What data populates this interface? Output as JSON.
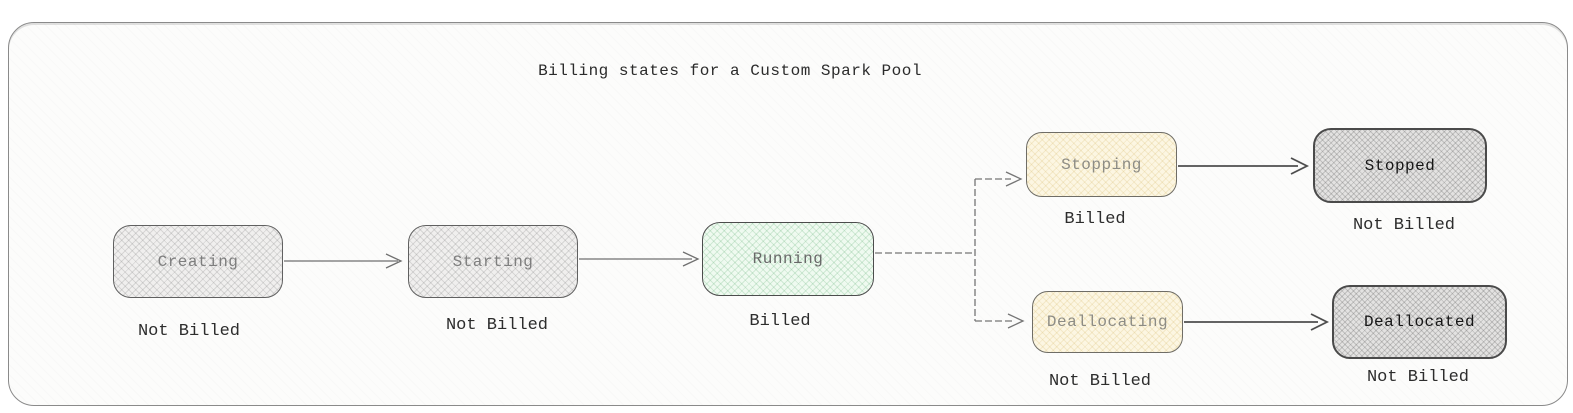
{
  "title": "Billing states for a Custom Spark Pool",
  "nodes": [
    {
      "id": "creating",
      "label": "Creating",
      "billing": "Not Billed",
      "variant": "gray"
    },
    {
      "id": "starting",
      "label": "Starting",
      "billing": "Not Billed",
      "variant": "gray"
    },
    {
      "id": "running",
      "label": "Running",
      "billing": "Billed",
      "variant": "green"
    },
    {
      "id": "stopping",
      "label": "Stopping",
      "billing": "Billed",
      "variant": "yellow"
    },
    {
      "id": "stopped",
      "label": "Stopped",
      "billing": "Not Billed",
      "variant": "gray-dark"
    },
    {
      "id": "deallocating",
      "label": "Deallocating",
      "billing": "Not Billed",
      "variant": "yellow"
    },
    {
      "id": "deallocated",
      "label": "Deallocated",
      "billing": "Not Billed",
      "variant": "gray-dark"
    }
  ],
  "edges": [
    {
      "from": "creating",
      "to": "starting"
    },
    {
      "from": "starting",
      "to": "running"
    },
    {
      "from": "running",
      "to": "stopping"
    },
    {
      "from": "running",
      "to": "deallocating"
    },
    {
      "from": "stopping",
      "to": "stopped"
    },
    {
      "from": "deallocating",
      "to": "deallocated"
    }
  ],
  "colors": {
    "frame_border": "#8a8a8a",
    "frame_background": "#fcfcfb",
    "node_gray_fill": "#f0efee",
    "node_green_fill": "#effaf0",
    "node_yellow_fill": "#fcf6e2",
    "node_gray_dark_fill": "#e3e2e1",
    "edge_light": "#6f6f6f",
    "edge_dark": "#4e4e4e",
    "text_dark": "#2b2b2b",
    "text_muted": "#7e7e7e"
  }
}
